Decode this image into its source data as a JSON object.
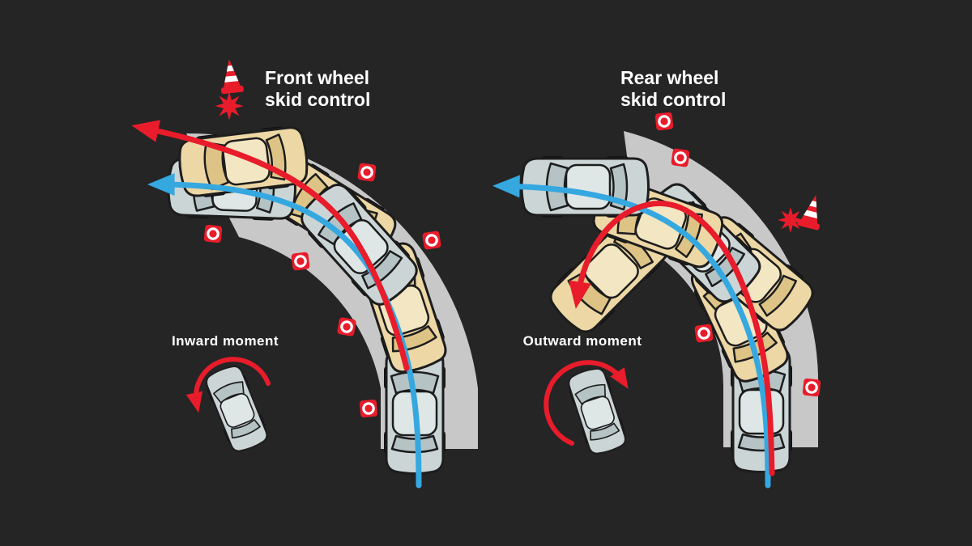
{
  "panels": [
    {
      "id": "front-wheel-skid-control",
      "title_line1": "Front wheel",
      "title_line2": "skid control",
      "moment_label": "Inward moment",
      "moment_direction": "counterclockwise",
      "skid_path_color_name": "red",
      "controlled_path_color_name": "blue"
    },
    {
      "id": "rear-wheel-skid-control",
      "title_line1": "Rear wheel",
      "title_line2": "skid control",
      "moment_label": "Outward moment",
      "moment_direction": "clockwise",
      "skid_path_color_name": "red",
      "controlled_path_color_name": "blue"
    }
  ],
  "icons": {
    "track_marker": "track-marker-icon",
    "traffic_cone": "traffic-cone-icon",
    "impact_star": "impact-star-icon"
  },
  "colors": {
    "background": "#252525",
    "road": "#c8c8c8",
    "skid-path": "#e81c2b",
    "control-path": "#35a8e0",
    "car-beige": "#ecd7a5",
    "car-beige-roof": "#f3e6c2",
    "car-beige-glass": "#ddc386",
    "car-gray": "#ccd5d6",
    "car-gray-roof": "#dfe6e6",
    "car-gray-glass": "#b5c3c5",
    "outline": "#1d1d1d",
    "wheel": "#141414",
    "text": "#ffffff"
  }
}
